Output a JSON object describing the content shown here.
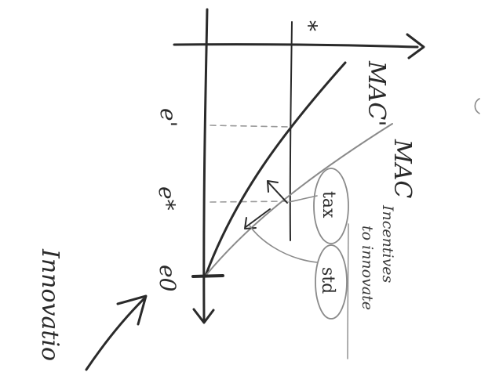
{
  "labels": {
    "star_fragment": "*",
    "curve_mac_prime": "MAC'",
    "curve_mac": "MAC",
    "tick_e_prime": "e'",
    "tick_e_star": "e*",
    "tick_e_zero": "e0",
    "circle_tax": "tax",
    "circle_std": "std",
    "annotation_line1": "Incentives",
    "annotation_line2": "to innovate",
    "side_label": "Innovatio"
  },
  "colors": {
    "ink": "#2a2a2a",
    "faint": "#8a8a8a",
    "background": "#ffffff"
  }
}
